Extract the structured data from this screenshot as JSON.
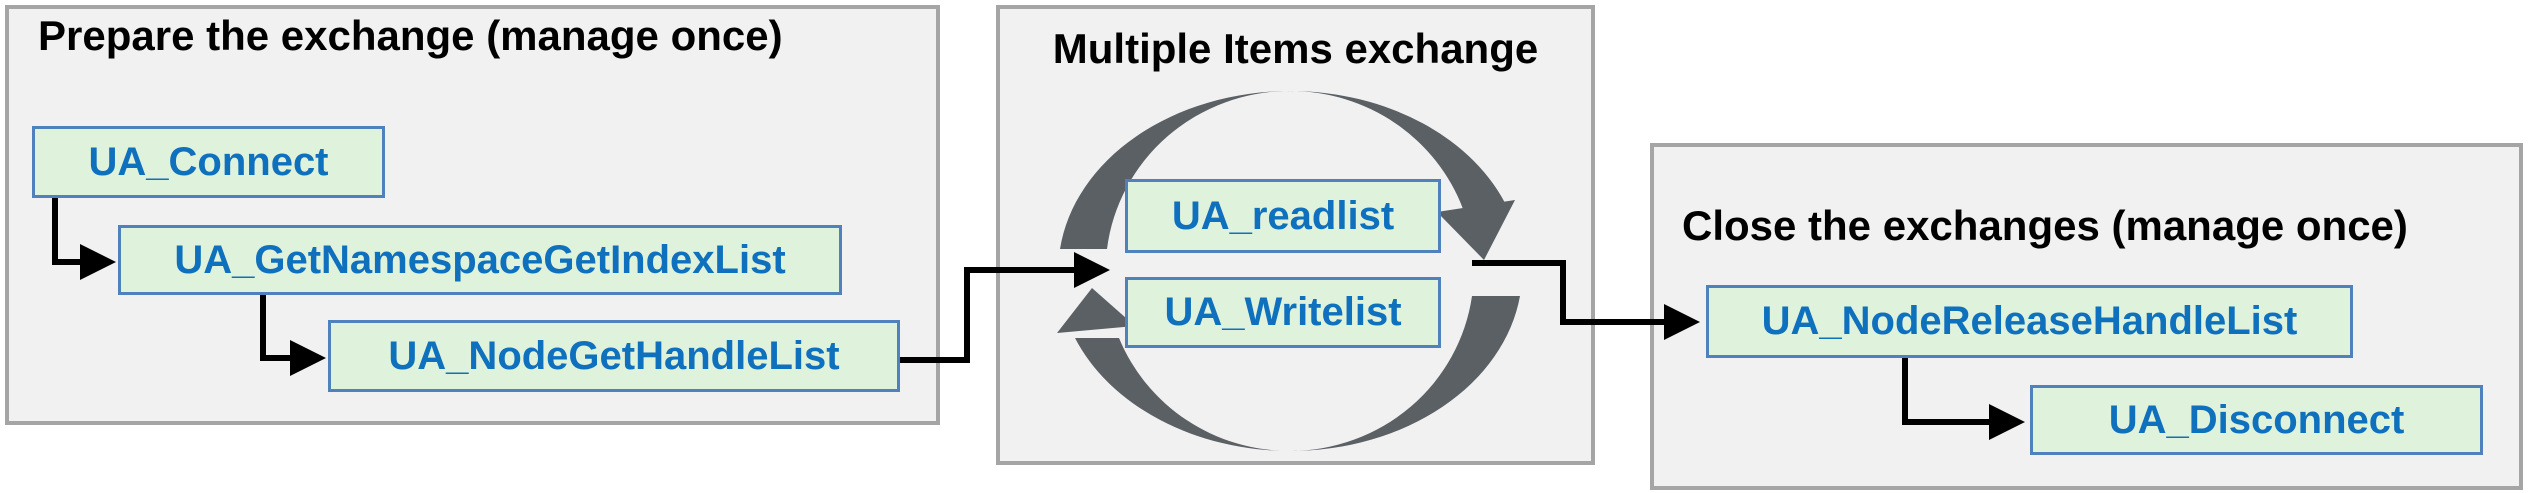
{
  "diagram": {
    "type": "workflow-cycle-diagram",
    "panels": [
      {
        "id": "prepare",
        "title": "Prepare the exchange (manage once)",
        "boxes": [
          {
            "label": "UA_Connect"
          },
          {
            "label": "UA_GetNamespaceGetIndexList"
          },
          {
            "label": "UA_NodeGetHandleList"
          }
        ]
      },
      {
        "id": "multiple-items",
        "title": "Multiple Items exchange",
        "boxes": [
          {
            "label": "UA_readlist"
          },
          {
            "label": "UA_Writelist"
          }
        ]
      },
      {
        "id": "close",
        "title": "Close the exchanges (manage once)",
        "boxes": [
          {
            "label": "UA_NodeReleaseHandleList"
          },
          {
            "label": "UA_Disconnect"
          }
        ]
      }
    ],
    "flow": [
      "UA_Connect -> UA_GetNamespaceGetIndexList",
      "UA_GetNamespaceGetIndexList -> UA_NodeGetHandleList",
      "UA_NodeGetHandleList -> Multiple Items exchange",
      "UA_readlist/UA_Writelist cycle (clockwise loop)",
      "Multiple Items exchange -> UA_NodeReleaseHandleList",
      "UA_NodeReleaseHandleList -> UA_Disconnect"
    ],
    "colors": {
      "page_background": "#ffffff",
      "panel_background": "#f1f1f1",
      "panel_border": "#a5a5a5",
      "box_background": "#def2dc",
      "box_border": "#4f81bd",
      "box_text": "#0f70bd",
      "title_text": "#000000",
      "connector": "#000000",
      "cycle_arrow": "#5b6065"
    }
  }
}
